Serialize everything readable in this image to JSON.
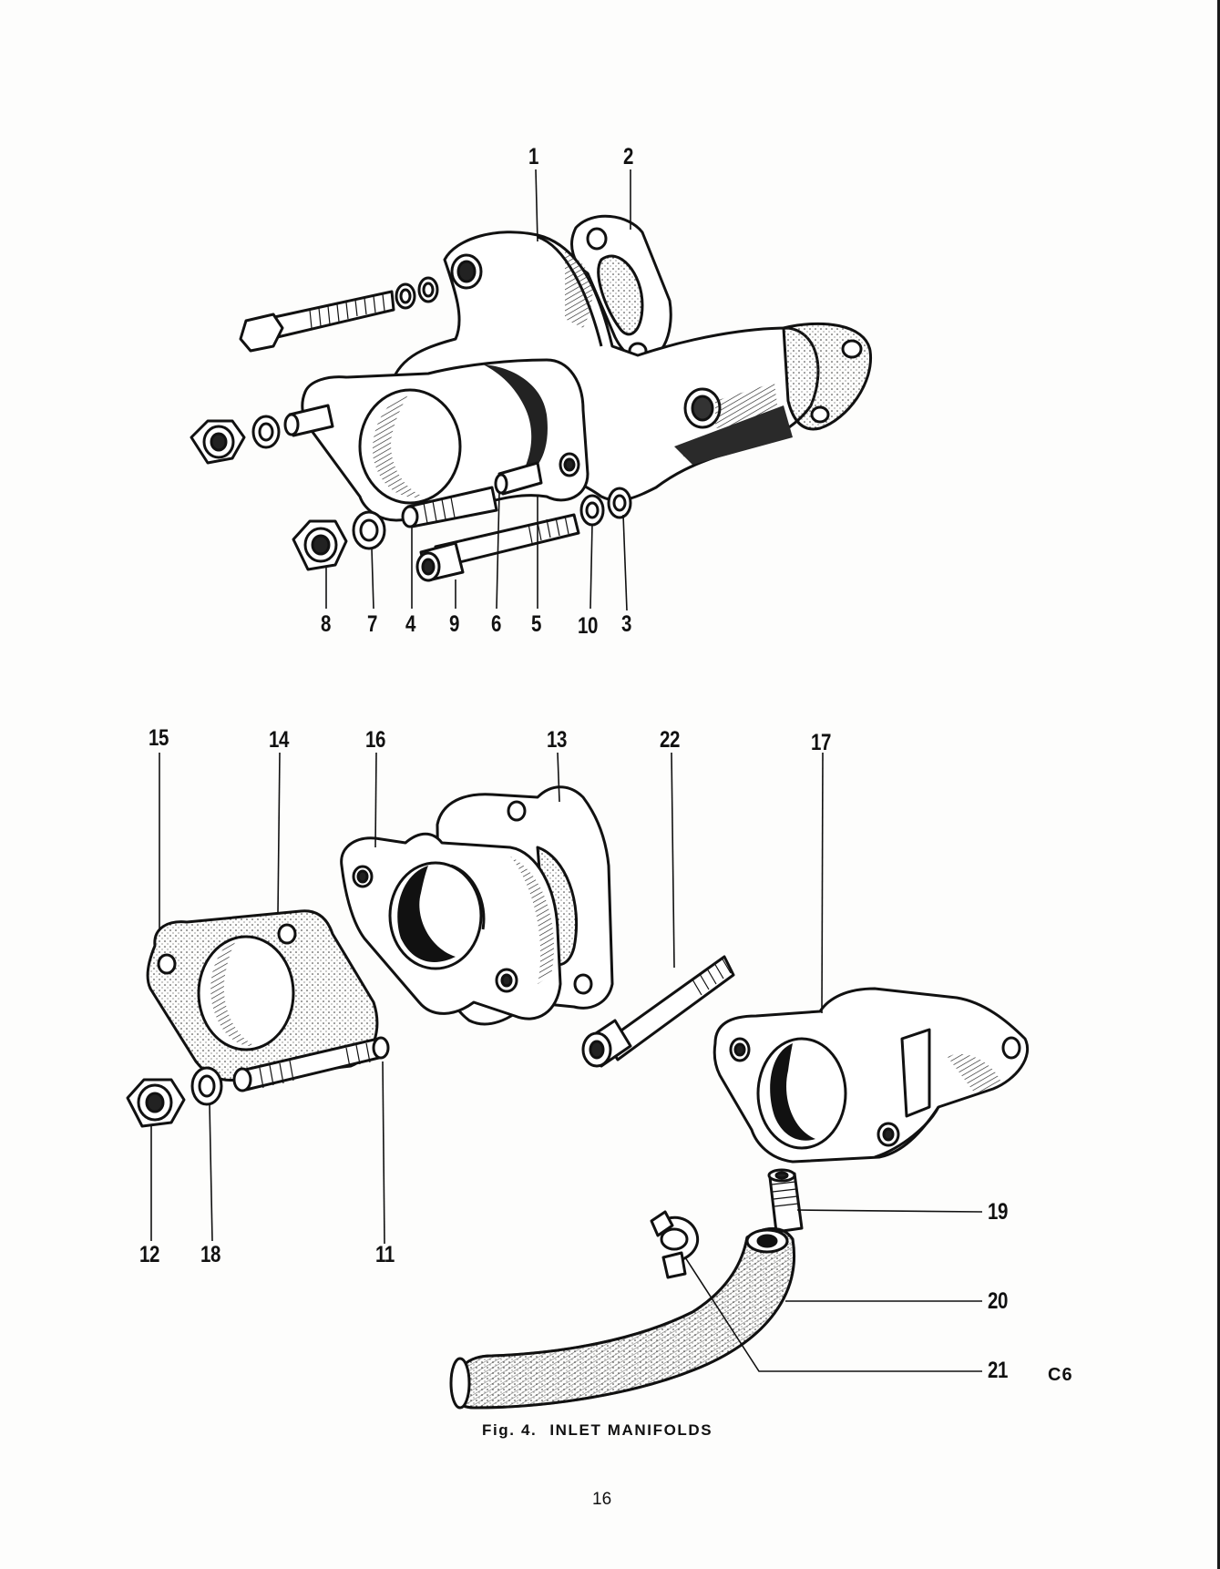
{
  "figure": {
    "caption_prefix": "Fig. 4.",
    "caption_title": "INLET MANIFOLDS",
    "plate_code": "C6",
    "page_number": "16"
  },
  "callouts": {
    "c1": "1",
    "c2": "2",
    "c3": "3",
    "c4": "4",
    "c5": "5",
    "c6": "6",
    "c7": "7",
    "c8": "8",
    "c9": "9",
    "c10": "10",
    "c11": "11",
    "c12": "12",
    "c13": "13",
    "c14": "14",
    "c15": "15",
    "c16": "16",
    "c17": "17",
    "c18": "18",
    "c19": "19",
    "c20": "20",
    "c21": "21",
    "c22": "22"
  },
  "colors": {
    "ink": "#111111",
    "paper": "#fdfdfc",
    "shade": "#2a2a2a"
  }
}
